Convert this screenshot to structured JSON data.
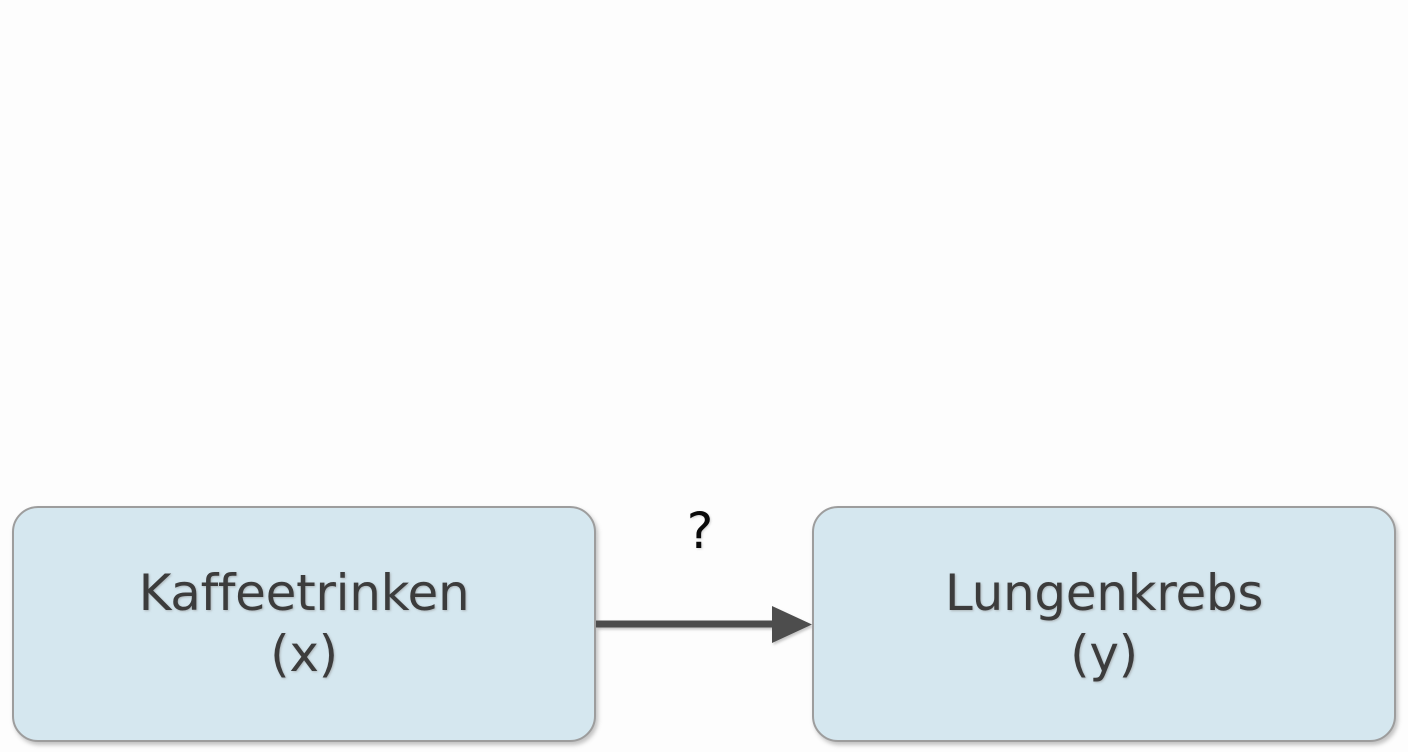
{
  "diagram": {
    "type": "causal-diagram",
    "background_color": "#fdfdfd",
    "nodes": [
      {
        "id": "cause",
        "title": "Kaffeetrinken",
        "variable": "(x)",
        "fill_color": "#d5e7ef",
        "border_color": "#9d9d9d",
        "text_color": "#3c3c3c"
      },
      {
        "id": "effect",
        "title": "Lungenkrebs",
        "variable": "(y)",
        "fill_color": "#d5e7ef",
        "border_color": "#9d9d9d",
        "text_color": "#3c3c3c"
      }
    ],
    "edge": {
      "from": "cause",
      "to": "effect",
      "label": "?",
      "color": "#4e4e4e",
      "label_color": "#0a0a0a",
      "direction": "right"
    }
  }
}
